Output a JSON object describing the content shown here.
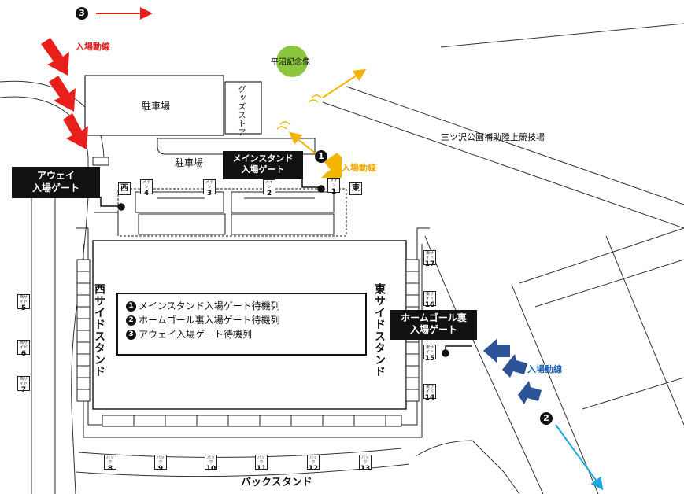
{
  "legend_top": {
    "number": "3"
  },
  "arrival_routes": {
    "red_label": "入場動線",
    "orange_label": "入場動線",
    "blue_label": "入場動線"
  },
  "landmarks": {
    "statue": "平沼記念像",
    "goods_store": "グッズストア",
    "parking_large": "駐車場",
    "parking_small": "駐車場",
    "aux_field": "三ツ沢公園補助陸上競技場"
  },
  "gates": {
    "main": {
      "number": "1",
      "label_line1": "メインスタンド",
      "label_line2": "入場ゲート"
    },
    "home": {
      "number": "2",
      "label_line1": "ホームゴール裏",
      "label_line2": "入場ゲート"
    },
    "away": {
      "label_line1": "アウェイ",
      "label_line2": "入場ゲート"
    }
  },
  "stands": {
    "west": "西サイドスタンド",
    "east": "東サイドスタンド",
    "back": "バックスタンド"
  },
  "legend": {
    "items": [
      {
        "number": "1",
        "text": "メインスタンド入場ゲート待機列"
      },
      {
        "number": "2",
        "text": "ホームゴール裏入場ゲート待機列"
      },
      {
        "number": "3",
        "text": "アウェイ入場ゲート待機列"
      }
    ]
  },
  "gate_tags": {
    "main": [
      {
        "kind": "メイン",
        "no": "4"
      },
      {
        "kind": "メイン",
        "no": "3"
      },
      {
        "kind": "メイン",
        "no": "2"
      },
      {
        "kind": "メイン",
        "no": "1"
      }
    ],
    "west_corner": "西",
    "east_corner": "東",
    "west_side": [
      {
        "kind": "西サイド",
        "no": "5"
      },
      {
        "kind": "西サイド",
        "no": "6"
      },
      {
        "kind": "西サイド",
        "no": "7"
      }
    ],
    "east_side": [
      {
        "kind": "東サイド",
        "no": "17"
      },
      {
        "kind": "東サイド",
        "no": "16"
      },
      {
        "kind": "東サイド",
        "no": "15"
      },
      {
        "kind": "東サイド",
        "no": "14"
      }
    ],
    "back": [
      {
        "kind": "バック",
        "no": "8"
      },
      {
        "kind": "バック",
        "no": "9"
      },
      {
        "kind": "バック",
        "no": "10"
      },
      {
        "kind": "バック",
        "no": "11"
      },
      {
        "kind": "バック",
        "no": "12"
      },
      {
        "kind": "バック",
        "no": "13"
      }
    ]
  },
  "colors": {
    "red_route": "#e8201c",
    "orange_route": "#f5b400",
    "blue_route": "#2c5496",
    "cyan_route": "#1ea7e0",
    "statue_fill": "#8cc63f",
    "outline": "#222222"
  }
}
